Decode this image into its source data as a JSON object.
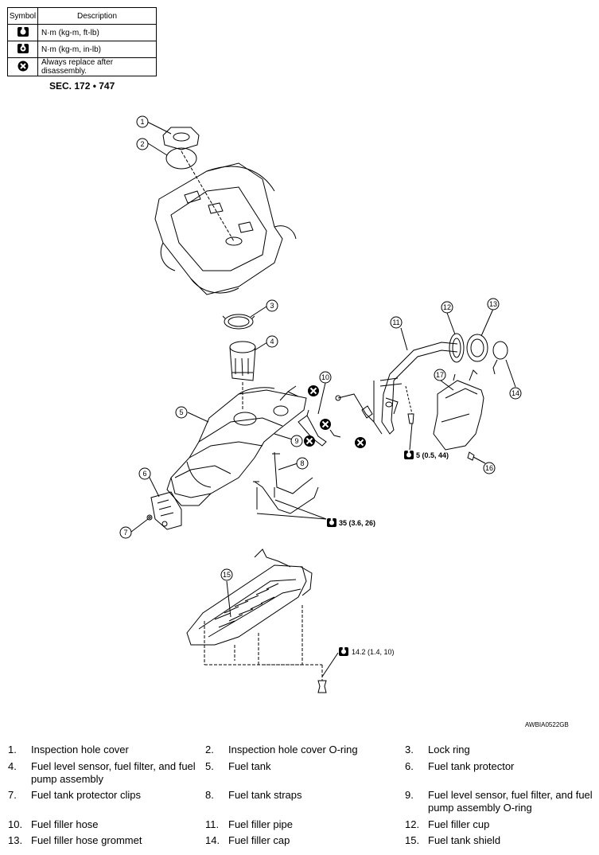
{
  "symbol_table": {
    "header_symbol": "Symbol",
    "header_description": "Description",
    "rows": [
      {
        "icon": "torque-ftlb-icon",
        "description": "N·m (kg-m, ft-lb)"
      },
      {
        "icon": "torque-inlb-icon",
        "description": "N·m (kg-m, in-lb)"
      },
      {
        "icon": "replace-part-icon",
        "description": "Always replace after disassembly."
      }
    ]
  },
  "section": "SEC. 172 • 747",
  "callouts": [
    "1",
    "2",
    "3",
    "4",
    "5",
    "6",
    "7",
    "8",
    "9",
    "10",
    "11",
    "12",
    "13",
    "14",
    "15",
    "16",
    "17"
  ],
  "torques": {
    "filler_pipe": "5 (0.5, 44)",
    "straps": "35 (3.6, 26)",
    "shield": "14.2 (1.4, 10)"
  },
  "figure_code": "AWBIA0522GB",
  "legend": [
    [
      "1.",
      "Inspection hole cover"
    ],
    [
      "2.",
      "Inspection hole cover O-ring"
    ],
    [
      "3.",
      "Lock ring"
    ],
    [
      "4.",
      "Fuel level sensor, fuel filter, and fuel pump assembly"
    ],
    [
      "5.",
      "Fuel tank"
    ],
    [
      "6.",
      "Fuel tank protector"
    ],
    [
      "7.",
      "Fuel tank protector clips"
    ],
    [
      "8.",
      "Fuel tank straps"
    ],
    [
      "9.",
      "Fuel level sensor, fuel filter, and fuel pump assembly O-ring"
    ],
    [
      "10.",
      "Fuel filler hose"
    ],
    [
      "11.",
      "Fuel filler pipe"
    ],
    [
      "12.",
      "Fuel filler cup"
    ],
    [
      "13.",
      "Fuel filler hose grommet"
    ],
    [
      "14.",
      "Fuel filler cap"
    ],
    [
      "15.",
      "Fuel tank shield"
    ]
  ]
}
